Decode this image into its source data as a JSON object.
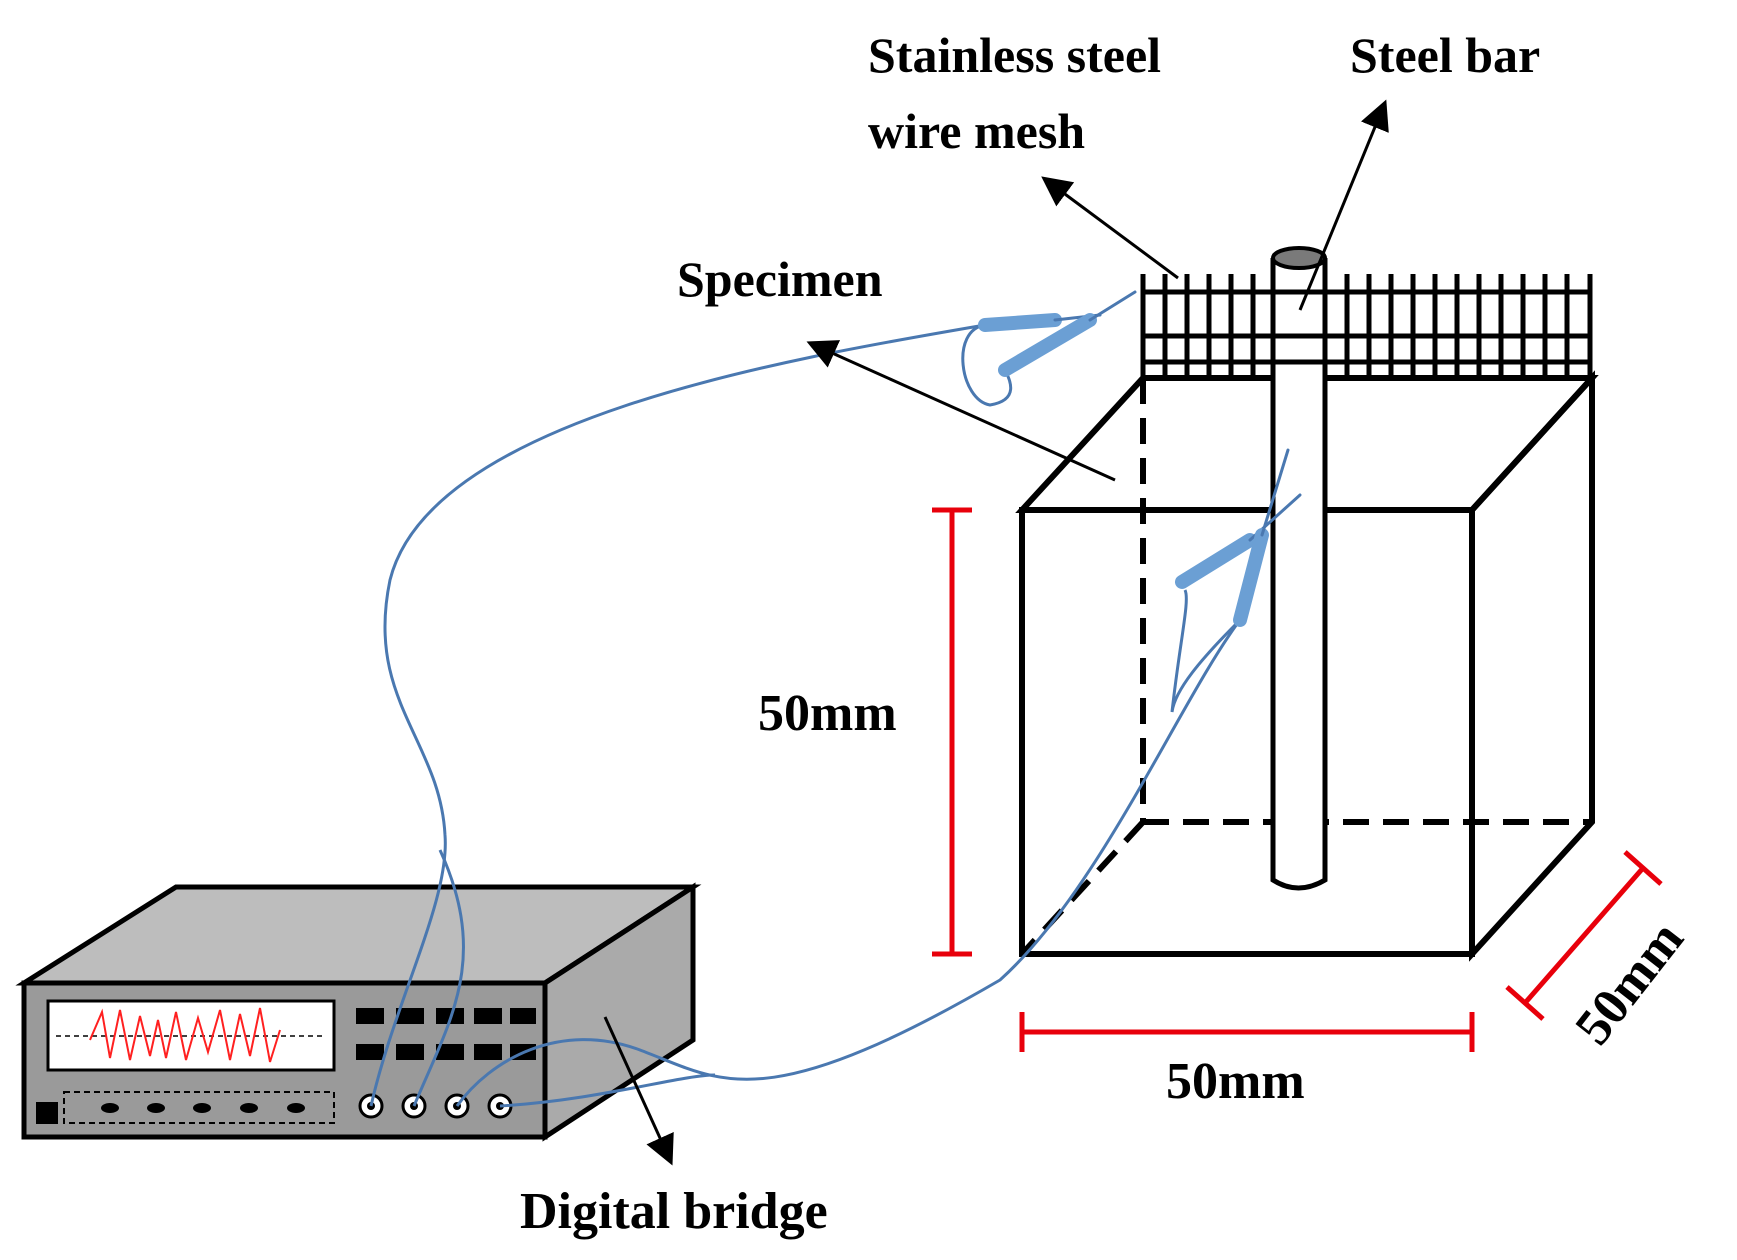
{
  "labels": {
    "mesh_line1": "Stainless steel",
    "mesh_line2": "wire mesh",
    "steel_bar": "Steel bar",
    "specimen": "Specimen",
    "dim_height": "50mm",
    "dim_width": "50mm",
    "dim_depth": "50mm",
    "bridge": "Digital bridge"
  },
  "colors": {
    "outline": "#000000",
    "dimension": "#e8000b",
    "wire": "#4a78b0",
    "electrode": "#6b9fd4",
    "device_body": "#9a9a9a",
    "device_top": "#bdbdbd",
    "device_side": "#aaaaaa",
    "screen": "#ffffff",
    "signal": "#ff2020"
  },
  "icons": {
    "device": "digital-bridge-device-icon",
    "cube": "concrete-specimen-cube-icon"
  }
}
